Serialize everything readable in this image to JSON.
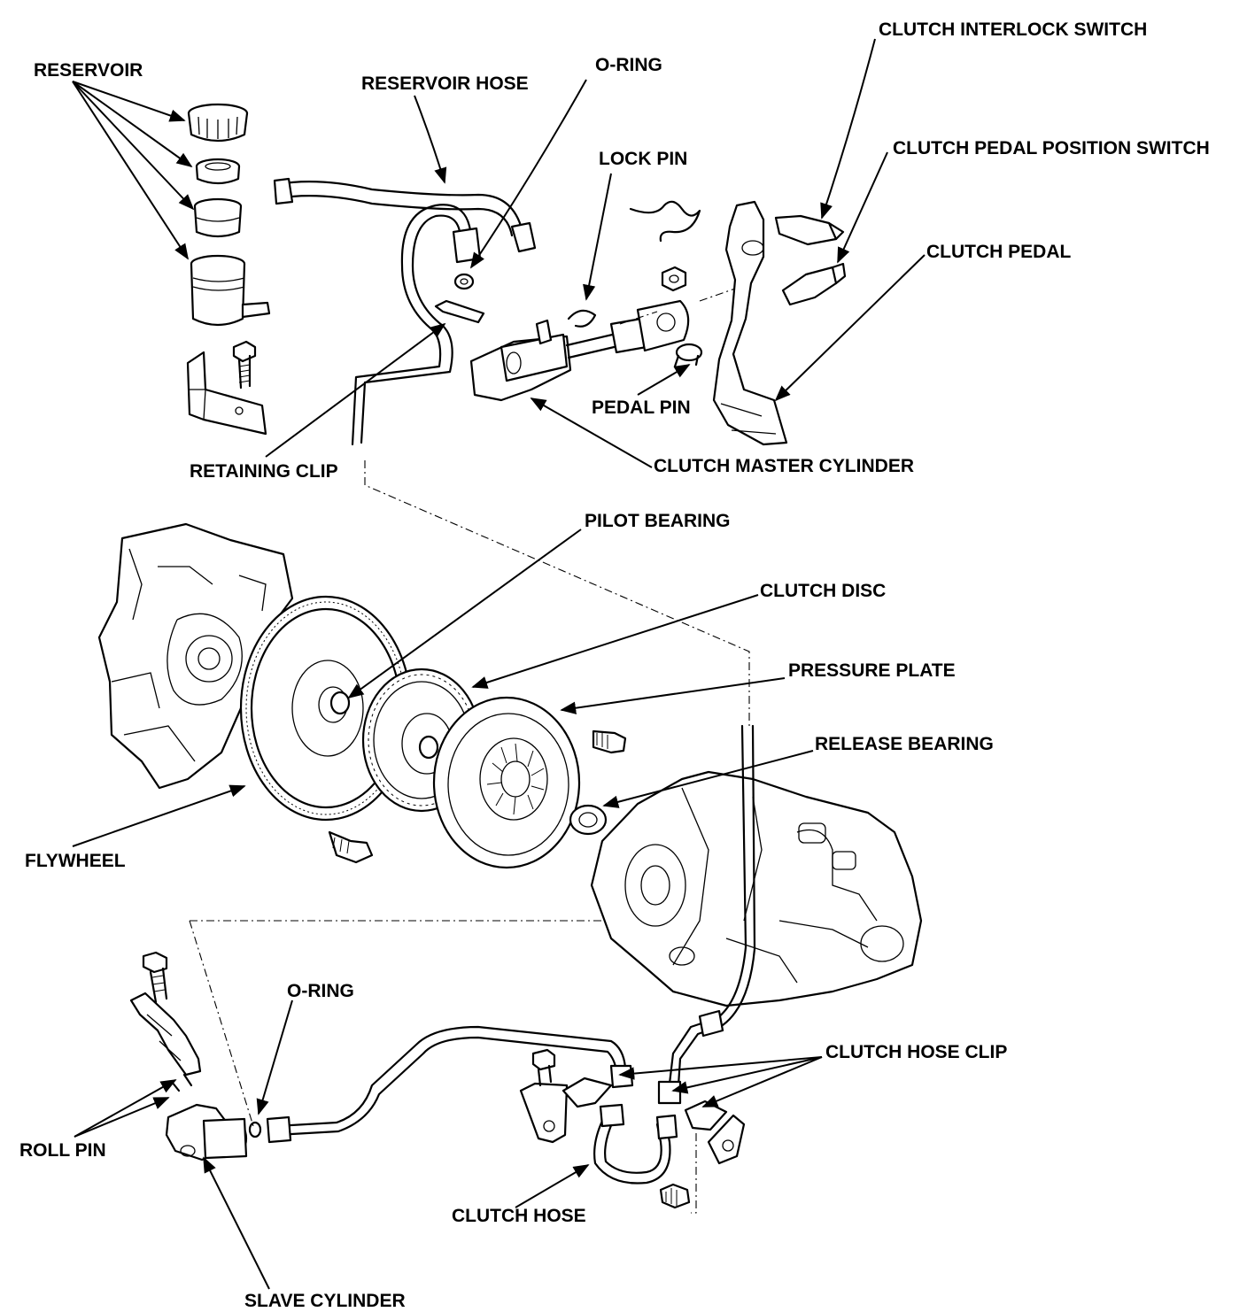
{
  "labels": {
    "reservoir": "RESERVOIR",
    "reservoir_hose": "RESERVOIR HOSE",
    "o_ring_top": "O-RING",
    "clutch_interlock_switch": "CLUTCH INTERLOCK SWITCH",
    "clutch_pedal_position_switch": "CLUTCH PEDAL POSITION SWITCH",
    "lock_pin": "LOCK PIN",
    "clutch_pedal": "CLUTCH PEDAL",
    "pedal_pin": "PEDAL PIN",
    "retaining_clip": "RETAINING CLIP",
    "clutch_master_cylinder": "CLUTCH MASTER CYLINDER",
    "pilot_bearing": "PILOT BEARING",
    "clutch_disc": "CLUTCH DISC",
    "pressure_plate": "PRESSURE PLATE",
    "release_bearing": "RELEASE BEARING",
    "flywheel": "FLYWHEEL",
    "o_ring_bottom": "O-RING",
    "clutch_hose_clip": "CLUTCH HOSE CLIP",
    "roll_pin": "ROLL PIN",
    "clutch_hose": "CLUTCH HOSE",
    "slave_cylinder": "SLAVE CYLINDER"
  }
}
